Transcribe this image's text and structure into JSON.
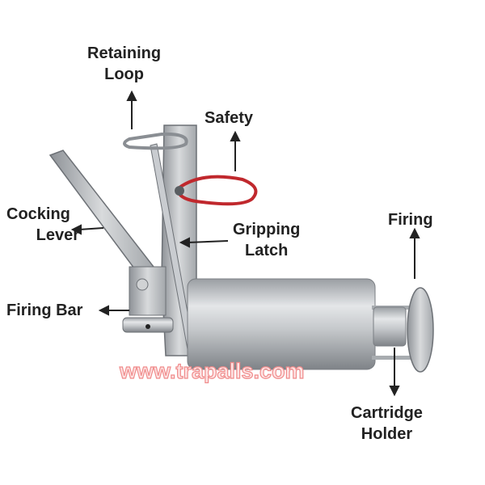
{
  "labels": {
    "retaining_loop": "Retaining\nLoop",
    "retaining_loop_l1": "Retaining",
    "retaining_loop_l2": "Loop",
    "safety": "Safety",
    "cocking_lever_l1": "Cocking",
    "cocking_lever_l2": "Lever",
    "gripping_latch_l1": "Gripping",
    "gripping_latch_l2": "Latch",
    "firing": "Firing",
    "firing_bar": "Firing Bar",
    "cartridge_holder_l1": "Cartridge",
    "cartridge_holder_l2": "Holder"
  },
  "watermark": "www.trapalls.com",
  "colors": {
    "text": "#222222",
    "safety_loop": "#c0282d",
    "metal": "#b8bcc0",
    "watermark": "#f08b8b"
  }
}
